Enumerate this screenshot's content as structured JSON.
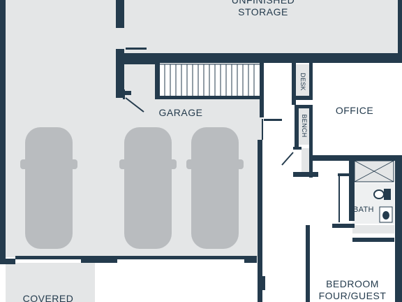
{
  "rooms": {
    "storage": {
      "line1": "UNFINISHED",
      "line2": "STORAGE"
    },
    "garage": "GARAGE",
    "office": "OFFICE",
    "bath": "BATH",
    "bedroom": {
      "line1": "BEDROOM",
      "line2": "FOUR/GUEST"
    },
    "covered": "COVERED"
  },
  "fixtures": {
    "desk": "DESK",
    "bench": "BENCH"
  },
  "colors": {
    "wall": "#243b4d",
    "floor_fill": "#e4e6e7",
    "car": "#b9bcbf",
    "label": "#243b4d"
  }
}
